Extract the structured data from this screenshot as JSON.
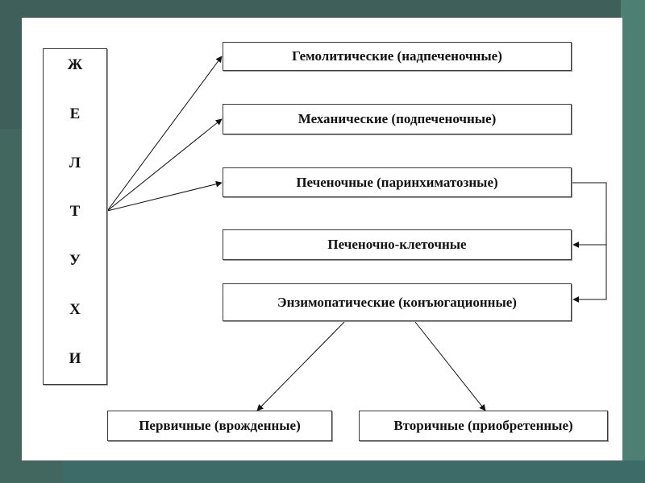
{
  "diagram": {
    "root_letters": [
      "Ж",
      "Е",
      "Л",
      "Т",
      "У",
      "Х",
      "И"
    ],
    "types": [
      "Гемолитические (надпеченочные)",
      "Механические (подпеченочные)",
      "Печеночные (паринхиматозные)",
      "Печеночно-клеточные",
      "Энзимопатические (конъюгационные)"
    ],
    "subtypes": [
      "Первичные (врожденные)",
      "Вторичные (приобретенные)"
    ]
  }
}
